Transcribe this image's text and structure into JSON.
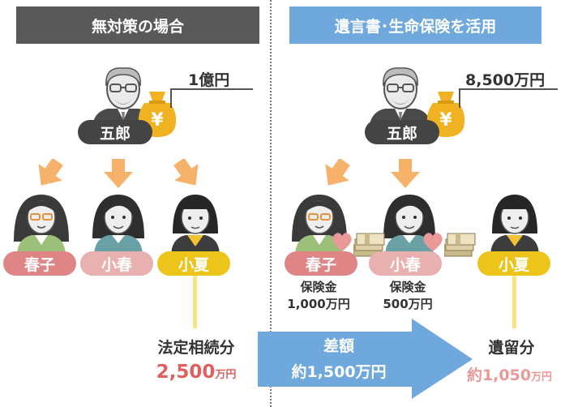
{
  "left": {
    "title": "無対策の場合",
    "estate_amount": "1億円",
    "father_name": "五郎",
    "children": [
      "春子",
      "小春",
      "小夏"
    ],
    "result_label": "法定相続分",
    "result_value": "2,500",
    "result_unit": "万円"
  },
  "right": {
    "title": "遺言書･生命保険を活用",
    "estate_amount": "8,500万円",
    "father_name": "五郎",
    "children": [
      "春子",
      "小春",
      "小夏"
    ],
    "insurance": [
      {
        "label": "保険金",
        "value": "1,000万円"
      },
      {
        "label": "保険金",
        "value": "500万円"
      }
    ],
    "result_label": "遺留分",
    "result_value": "約1,050",
    "result_unit": "万円"
  },
  "difference": {
    "label": "差額",
    "value": "約1,500万円"
  },
  "colors": {
    "left_banner": "#595959",
    "right_banner": "#6fa8dc",
    "haruko": "#e08585",
    "koharu": "#e8b0ae",
    "konatsu": "#edc51a",
    "arrow_orange": "#f6b26b",
    "money_bag": "#f1b221",
    "highlight_red": "#e06060",
    "big_arrow": "#6fa8dc"
  },
  "icons": [
    "elderly-man-icon",
    "money-bag-icon",
    "woman-glasses-icon",
    "woman-icon",
    "girl-icon",
    "heart-icon",
    "cash-stack-icon",
    "down-arrow-icon",
    "right-arrow-icon"
  ]
}
